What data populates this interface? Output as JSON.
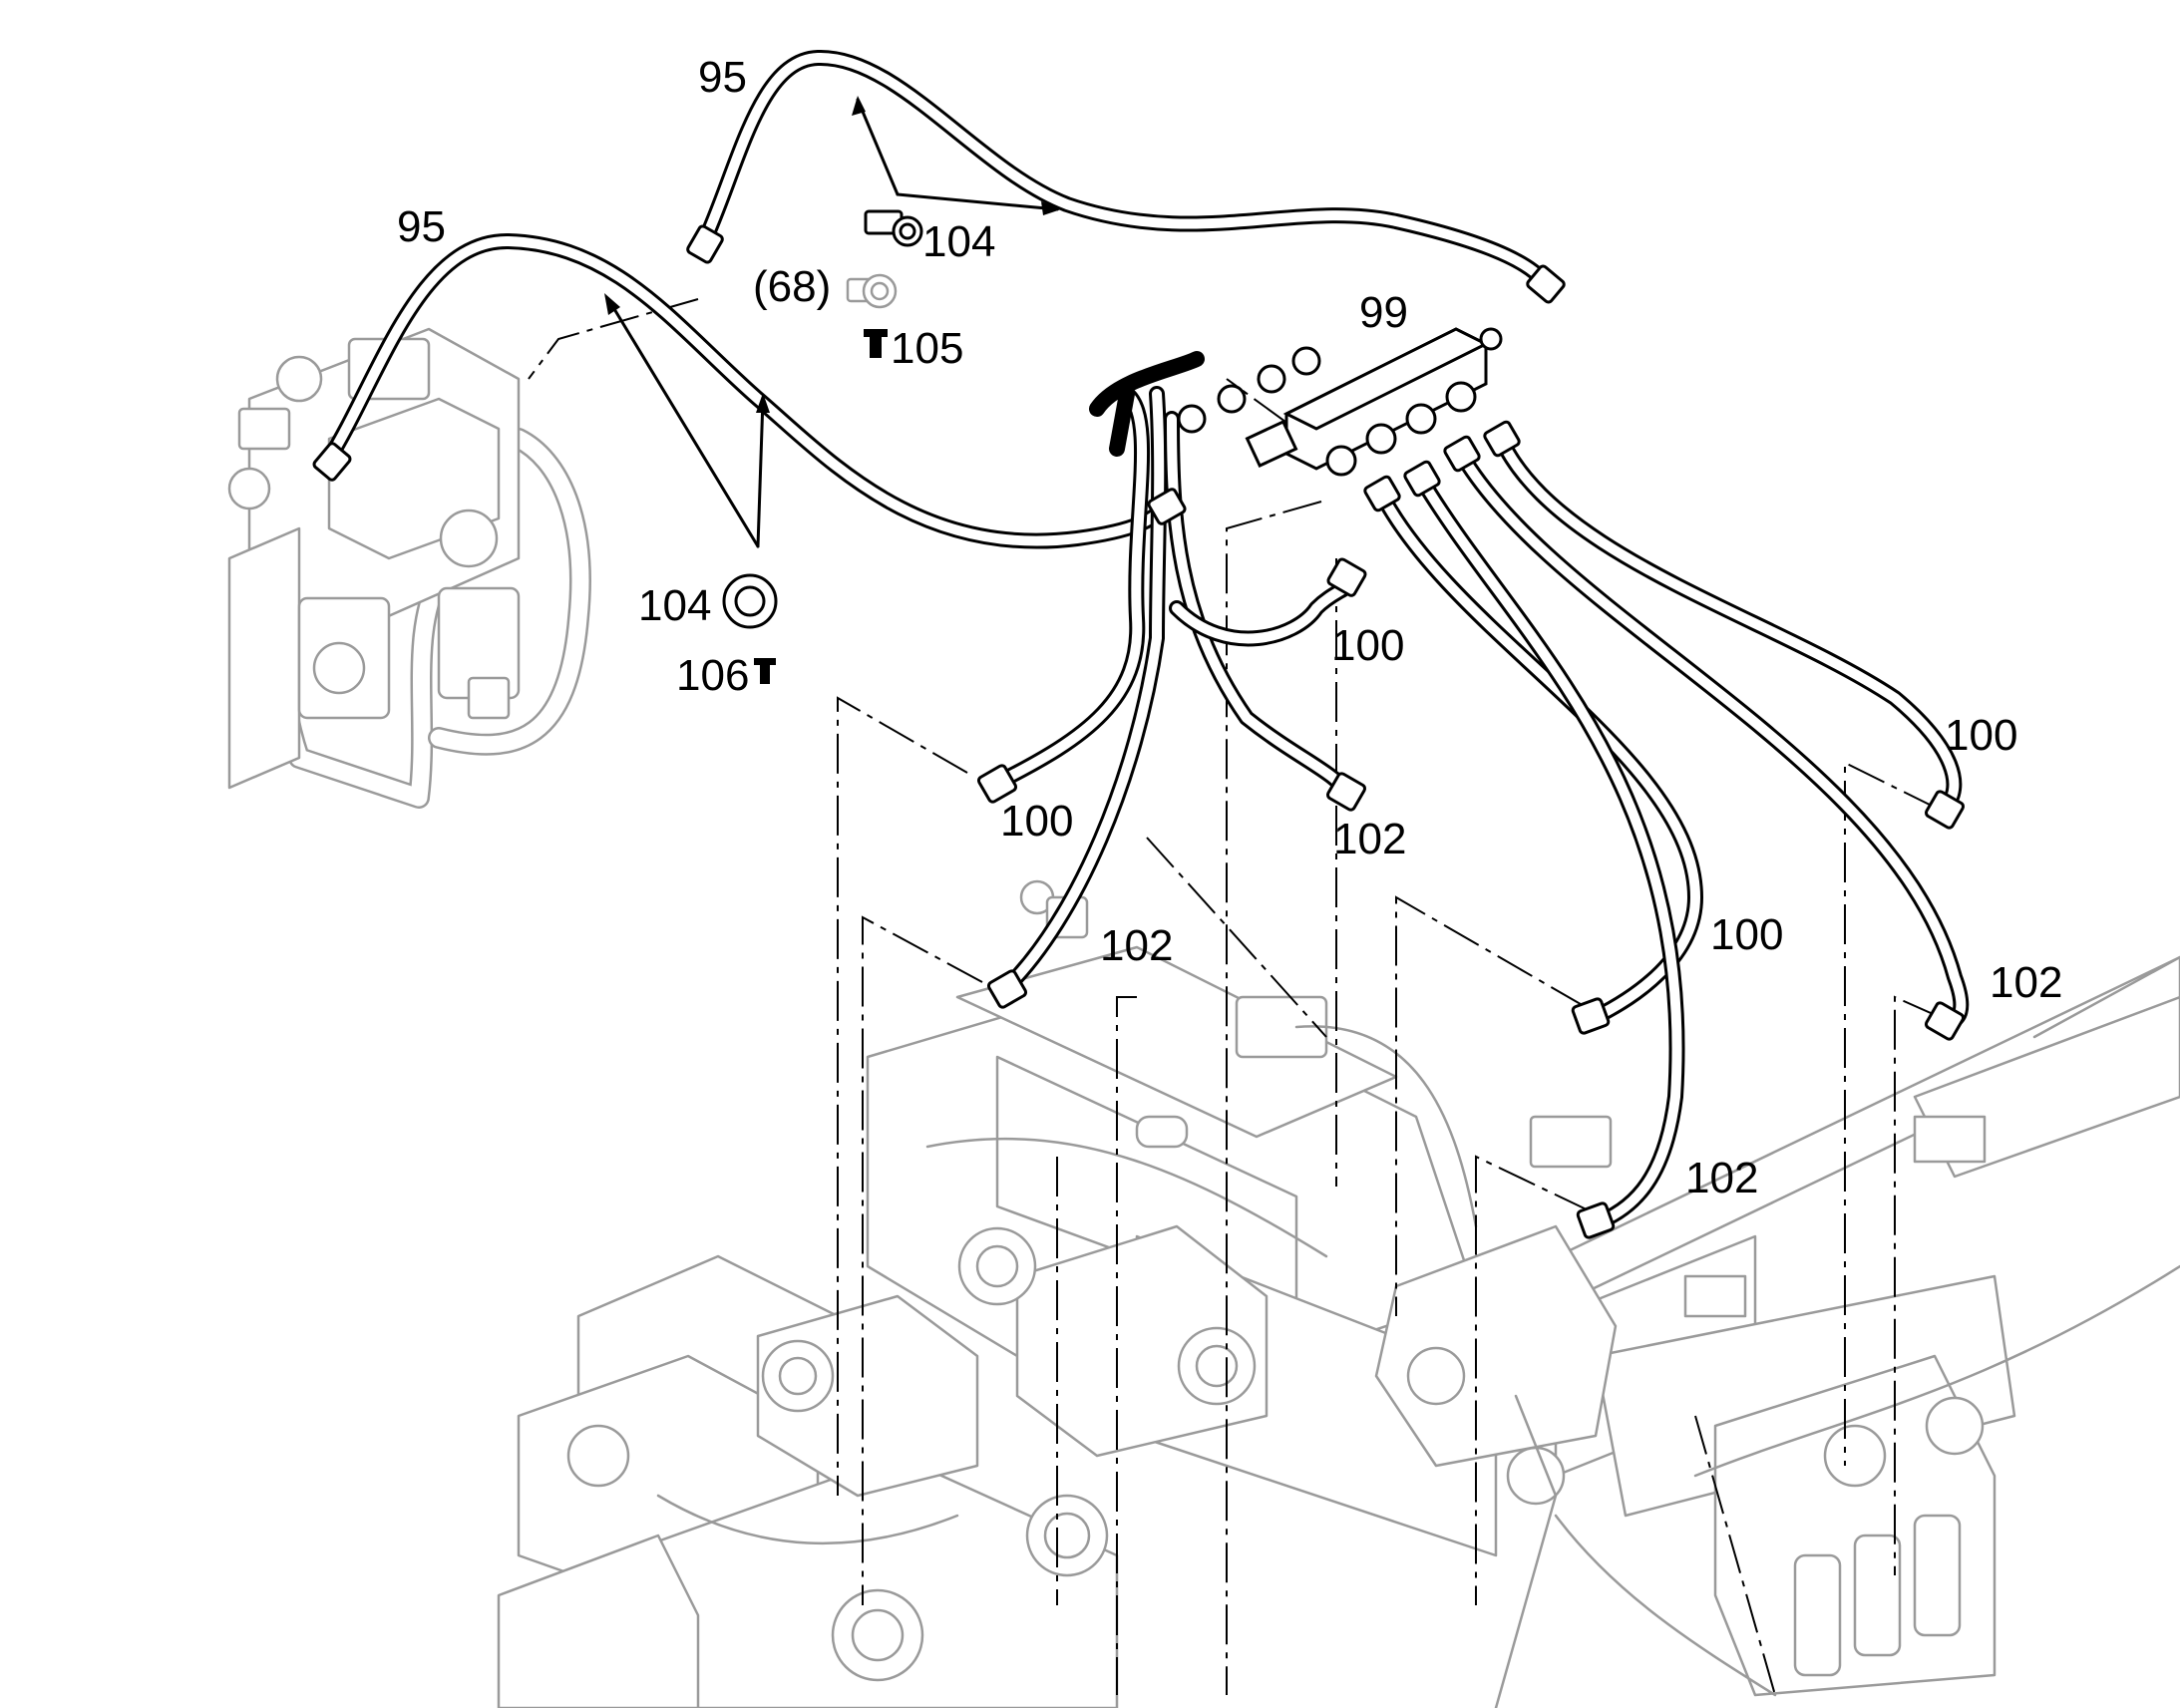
{
  "labels": {
    "l95a": "95",
    "l95b": "95",
    "l104a": "104",
    "l68": "(68)",
    "l105": "105",
    "l99": "99",
    "l104b": "104",
    "l106": "106",
    "l100a": "100",
    "l100b": "100",
    "l100c": "100",
    "l102a": "102",
    "l102b": "102",
    "l100d": "100",
    "l102c": "102",
    "l102d": "102"
  }
}
